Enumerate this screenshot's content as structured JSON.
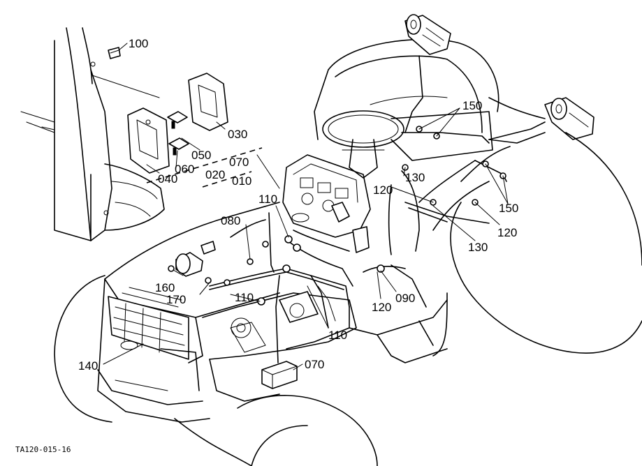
{
  "diagram": {
    "callouts": {
      "c100": "100",
      "c030": "030",
      "c050": "050",
      "c060": "060",
      "c040": "040",
      "c020": "020",
      "c070_top": "070",
      "c010": "010",
      "c110_a": "110",
      "c080": "080",
      "c160": "160",
      "c170": "170",
      "c110_b": "110",
      "c110_c": "110",
      "c140": "140",
      "c070_bottom": "070",
      "c150_a": "150",
      "c130_a": "130",
      "c120_a": "120",
      "c150_b": "150",
      "c120_b": "120",
      "c130_b": "130",
      "c090": "090",
      "c120_c": "120"
    },
    "figure_code": "TA120-015-16"
  }
}
